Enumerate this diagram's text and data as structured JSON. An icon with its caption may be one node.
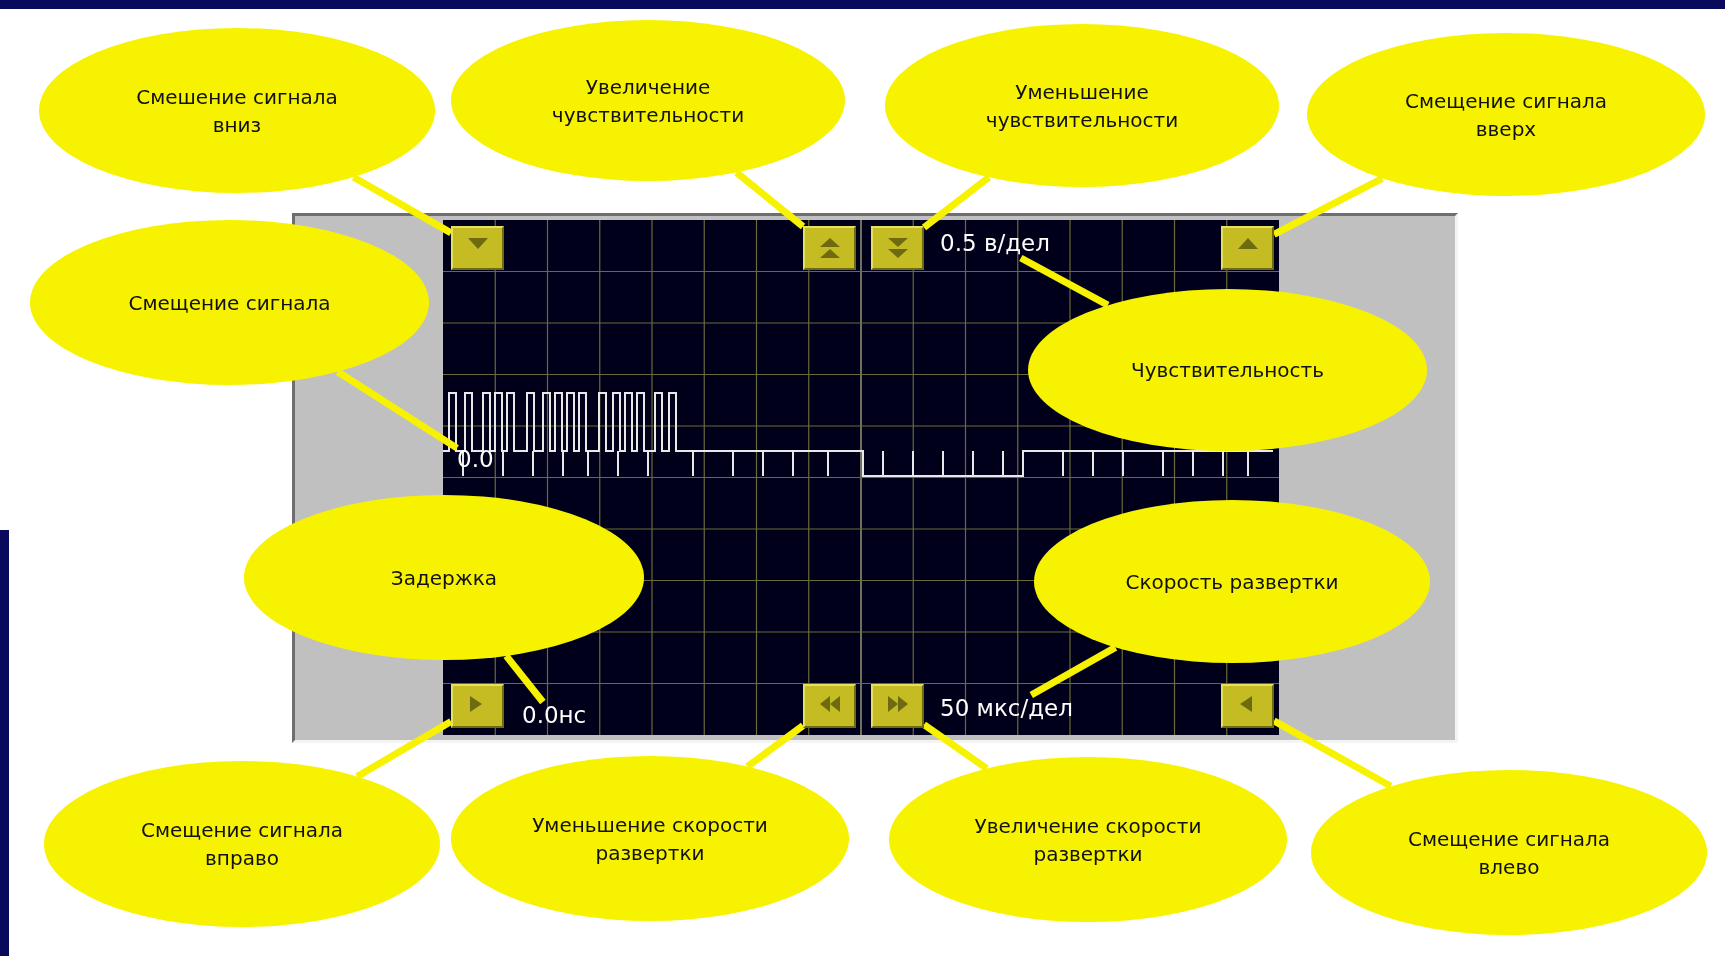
{
  "diagram": {
    "nodes": [
      {
        "text": [
          "Смешение сигнала вниз"
        ]
      },
      {
        "text": [
          "Увеличение чувствительности"
        ]
      },
      {
        "text": [
          "Уменьшение чувствительности"
        ]
      },
      {
        "text": [
          "Смещение сигнала вверх"
        ]
      },
      {
        "text": [],
        "shape": "box"
      },
      {
        "text": [],
        "shape": "box"
      },
      {
        "text": [],
        "shape": "box"
      },
      {
        "text": [
          "0.5 в/дел"
        ]
      },
      {
        "text": [],
        "shape": "box"
      },
      {
        "text": [
          "Смещение сигнала"
        ]
      },
      {
        "text": [
          "Чувствительность"
        ]
      },
      {
        "text": [
          "0.0"
        ]
      },
      {
        "text": [
          "Задержка"
        ]
      },
      {
        "text": [
          "Скорость развертки"
        ]
      },
      {
        "text": [],
        "shape": "box"
      },
      {
        "text": [
          "0.0нс"
        ]
      },
      {
        "text": [],
        "shape": "box"
      },
      {
        "text": [],
        "shape": "box"
      },
      {
        "text": [
          "50 мкс/дел"
        ]
      },
      {
        "text": [],
        "shape": "box"
      },
      {
        "text": [
          "Смещение сигнала вправо"
        ]
      },
      {
        "text": [
          "Уменьшение скорости развертки"
        ]
      },
      {
        "text": [
          "Увеличение скорости развертки"
        ]
      },
      {
        "text": [
          "Смещение сигнала влево"
        ]
      }
    ],
    "edges": [
      {
        "from": 0,
        "to": 4,
        "arrow": "none"
      },
      {
        "from": 1,
        "to": 5,
        "arrow": "none"
      },
      {
        "from": 2,
        "to": 6,
        "arrow": "none"
      },
      {
        "from": 3,
        "to": 8,
        "arrow": "none"
      },
      {
        "from": 9,
        "to": 11,
        "arrow": "none"
      },
      {
        "from": 10,
        "to": 7,
        "arrow": "none"
      },
      {
        "from": 12,
        "to": 15,
        "arrow": "none"
      },
      {
        "from": 13,
        "to": 18,
        "arrow": "none"
      },
      {
        "from": 20,
        "to": 14,
        "arrow": "none"
      },
      {
        "from": 21,
        "to": 16,
        "arrow": "none"
      },
      {
        "from": 22,
        "to": 17,
        "arrow": "none"
      },
      {
        "from": 23,
        "to": 19,
        "arrow": "none"
      }
    ]
  }
}
